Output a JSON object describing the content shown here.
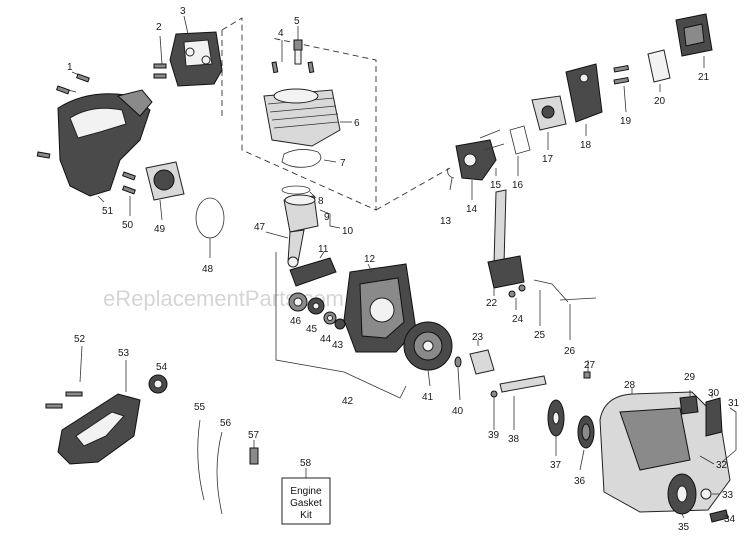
{
  "watermark": "eReplacementParts.com",
  "kit_box": {
    "line1": "Engine",
    "line2": "Gasket",
    "line3": "Kit"
  },
  "labels": {
    "n1": "1",
    "n2": "2",
    "n3": "3",
    "n4": "4",
    "n5": "5",
    "n6": "6",
    "n7": "7",
    "n8": "8",
    "n9": "9",
    "n10": "10",
    "n11": "11",
    "n12": "12",
    "n13": "13",
    "n14": "14",
    "n15": "15",
    "n16": "16",
    "n17": "17",
    "n18": "18",
    "n19": "19",
    "n20": "20",
    "n21": "21",
    "n22": "22",
    "n23": "23",
    "n24": "24",
    "n25": "25",
    "n26": "26",
    "n27": "27",
    "n28": "28",
    "n29": "29",
    "n30": "30",
    "n31": "31",
    "n32": "32",
    "n33": "33",
    "n34": "34",
    "n35": "35",
    "n36": "36",
    "n37": "37",
    "n38": "38",
    "n39": "39",
    "n40": "40",
    "n41": "41",
    "n42": "42",
    "n43": "43",
    "n44": "44",
    "n45": "45",
    "n46": "46",
    "n47": "47",
    "n48": "48",
    "n49": "49",
    "n50": "50",
    "n51": "51",
    "n52": "52",
    "n53": "53",
    "n54": "54",
    "n55": "55",
    "n56": "56",
    "n57": "57",
    "n58": "58"
  }
}
